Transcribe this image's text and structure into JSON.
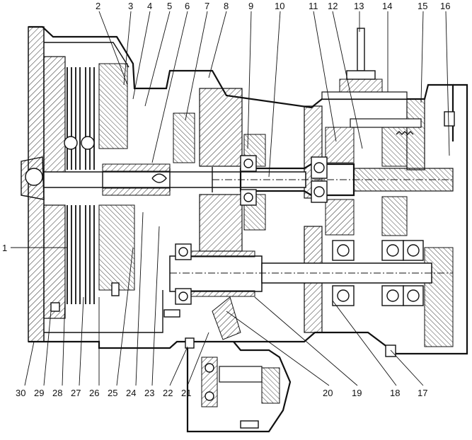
{
  "top_callouts": [
    "2",
    "3",
    "4",
    "5",
    "6",
    "7",
    "8",
    "9",
    "10",
    "11",
    "12",
    "13",
    "14",
    "15",
    "16"
  ],
  "left_callouts": [
    "1"
  ],
  "bottom_callouts": [
    "30",
    "29",
    "28",
    "27",
    "26",
    "25",
    "24",
    "23",
    "22",
    "21",
    "20",
    "19",
    "18",
    "17"
  ]
}
